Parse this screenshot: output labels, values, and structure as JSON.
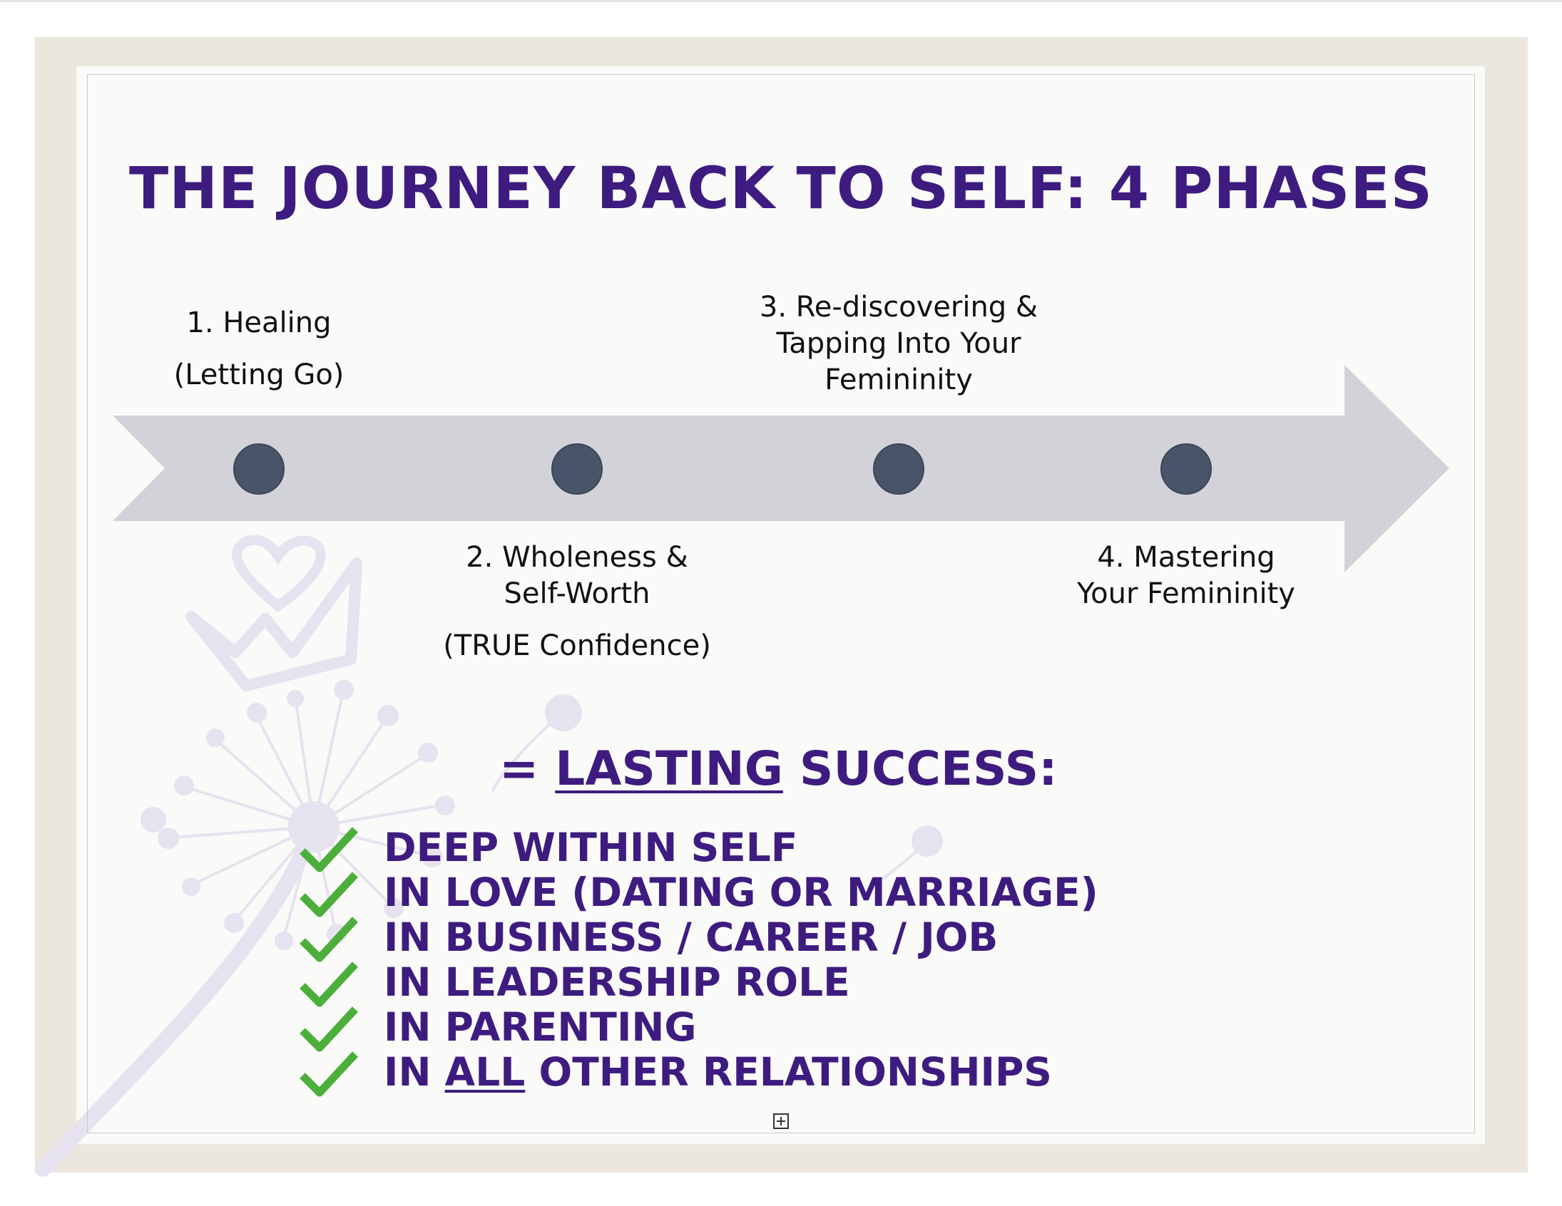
{
  "title": "THE JOURNEY BACK TO SELF: 4 PHASES",
  "phases": [
    {
      "lines": [
        "1. Healing"
      ],
      "sub": "(Letting Go)"
    },
    {
      "lines": [
        "2. Wholeness &",
        "Self-Worth"
      ],
      "sub": "(TRUE Confidence)"
    },
    {
      "lines": [
        "3. Re-discovering &",
        "Tapping Into Your",
        "Femininity"
      ],
      "sub": ""
    },
    {
      "lines": [
        "4. Mastering",
        "Your Femininity"
      ],
      "sub": ""
    }
  ],
  "success": {
    "prefix": "= ",
    "underlined": "LASTING",
    "suffix": " SUCCESS:",
    "items": [
      {
        "pre": "DEEP WITHIN SELF",
        "u": "",
        "post": ""
      },
      {
        "pre": "IN LOVE (DATING OR MARRIAGE)",
        "u": "",
        "post": ""
      },
      {
        "pre": "IN BUSINESS / CAREER / JOB",
        "u": "",
        "post": ""
      },
      {
        "pre": "IN LEADERSHIP ROLE",
        "u": "",
        "post": ""
      },
      {
        "pre": "IN PARENTING",
        "u": "",
        "post": ""
      },
      {
        "pre": "IN ",
        "u": "ALL",
        "post": " OTHER RELATIONSHIPS"
      }
    ]
  },
  "icons": {
    "check": "checkmark-icon",
    "decoration": "dandelion-crown-watermark",
    "expand": "expand-icon"
  },
  "colors": {
    "title": "#3e1c7f",
    "arrow": "#d2d3d8",
    "node": "#4a5468",
    "check": "#4caf3b",
    "watermark": "#e6e0ee"
  }
}
